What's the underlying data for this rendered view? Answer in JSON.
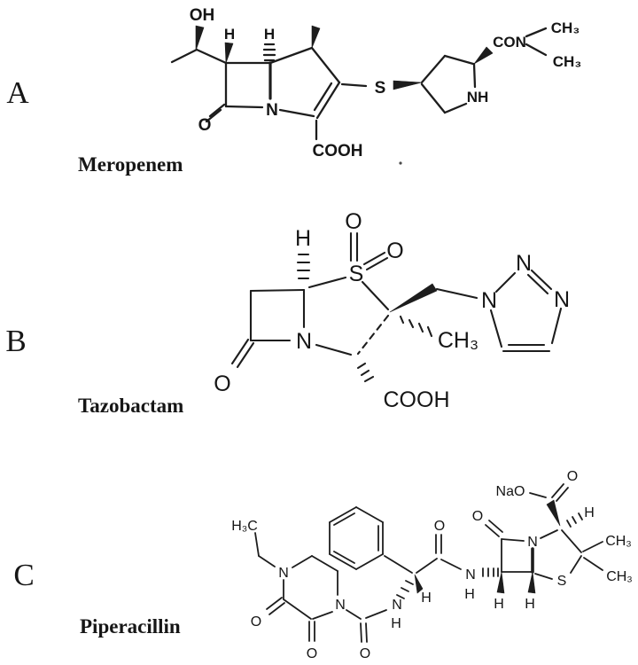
{
  "figure": {
    "background": "#ffffff",
    "ink": "#1d1d1d"
  },
  "panels": [
    {
      "letter": "A",
      "name": "Meropenem",
      "atoms": {
        "oh": "OH",
        "h6": "H",
        "h5": "H",
        "o7": "O",
        "n4": "N",
        "cooh": "COOH",
        "s": "S",
        "nh": "NH",
        "con": "CON",
        "ch3_a": "CH₃",
        "ch3_b": "CH₃"
      }
    },
    {
      "letter": "B",
      "name": "Tazobactam",
      "atoms": {
        "h5": "H",
        "o_s_top": "O",
        "o_s_right": "O",
        "s1": "S",
        "o7": "O",
        "n4": "N",
        "ch3": "CH₃",
        "cooh": "COOH",
        "n1": "N",
        "n2": "N",
        "n3": "N"
      }
    },
    {
      "letter": "C",
      "name": "Piperacillin",
      "atoms": {
        "h3c": "H₃C",
        "n1_pip": "N",
        "n4_pip": "N",
        "o2_pip": "O",
        "o3_pip": "O",
        "o_ureido": "O",
        "n_ureido": "N",
        "h_ureido": "H",
        "h_alpha": "H",
        "o_amide": "O",
        "n_amide": "N",
        "h_amide": "H",
        "o_lactam": "O",
        "nao": "NaO",
        "o_acid": "O",
        "n_penam": "N",
        "h_c3": "H",
        "ch3_a": "CH₃",
        "ch3_b": "CH₃",
        "s": "S",
        "h_c6": "H",
        "h_c5": "H"
      }
    }
  ]
}
